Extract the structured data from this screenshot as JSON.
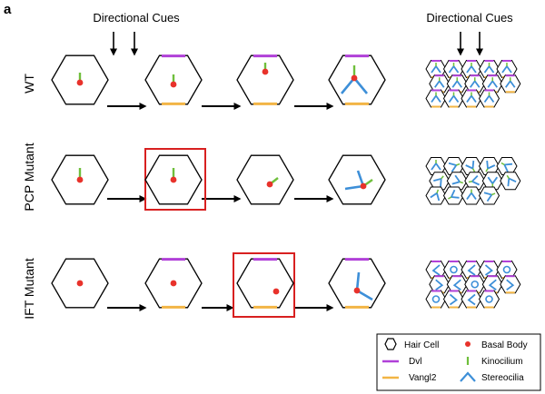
{
  "panel_label": "a",
  "cues_label": "Directional Cues",
  "rows": [
    {
      "label": "WT"
    },
    {
      "label": "PCP Mutant"
    },
    {
      "label": "IFT Mutant"
    }
  ],
  "legend": {
    "hair_cell": "Hair Cell",
    "basal_body": "Basal Body",
    "dvl": "Dvl",
    "kinocilium": "Kinocilium",
    "vangl2": "Vangl2",
    "stereocilia": "Stereocilia"
  },
  "colors": {
    "outline": "#000000",
    "basal_body": "#e8322b",
    "dvl": "#b040d8",
    "kinocilium": "#6fbf3c",
    "vangl2": "#f2b545",
    "stereocilia": "#3d8fd8",
    "highlight_box": "#d82020"
  }
}
